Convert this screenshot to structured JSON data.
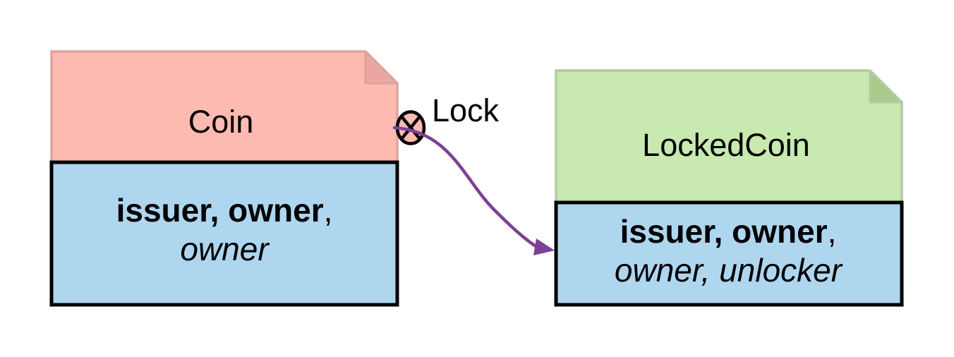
{
  "cards": {
    "coin": {
      "title": "Coin",
      "signers_bold": "issuer, owner",
      "signers_sep": ",",
      "controllers_italic": "owner",
      "header_fill": "#FDBAB1",
      "header_border": "#DCA49D",
      "fold_fill": "#EBA79F",
      "body_fill": "#AFD6EF",
      "body_border": "#000000"
    },
    "locked_coin": {
      "title": "LockedCoin",
      "signers_bold": "issuer, owner",
      "signers_sep": ",",
      "controllers_italic": "owner, unlocker",
      "header_fill": "#C8E9AF",
      "header_border": "#B2CBA3",
      "fold_fill": "#A9CB8C",
      "body_fill": "#AFD6EF",
      "body_border": "#000000"
    }
  },
  "transition": {
    "label": "Lock",
    "arrow_color": "#7D4196",
    "symbol_fill": "#FDBAB1",
    "symbol_stroke": "#000000"
  }
}
